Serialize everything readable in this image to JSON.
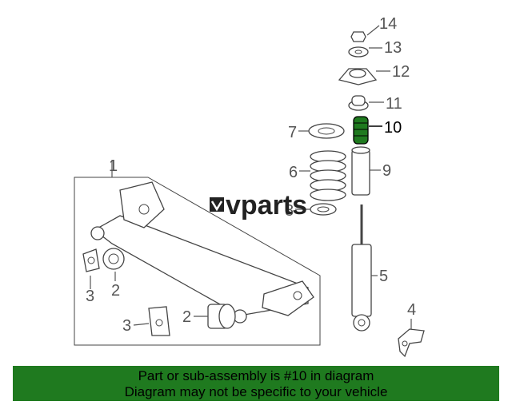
{
  "callouts": {
    "c1": "1",
    "c2a": "2",
    "c2b": "2",
    "c3a": "3",
    "c3b": "3",
    "c4": "4",
    "c5": "5",
    "c6": "6",
    "c7": "7",
    "c8": "8",
    "c9": "9",
    "c10": "10",
    "c11": "11",
    "c12": "12",
    "c13": "13",
    "c14": "14"
  },
  "highlight_part": "10",
  "watermark": "vparts",
  "banner": {
    "line1": "Part or sub-assembly is #10 in diagram",
    "line2": "Diagram may not be specific to your vehicle",
    "color": "#1f7a1f"
  },
  "highlight_color": "#1f7a1f"
}
